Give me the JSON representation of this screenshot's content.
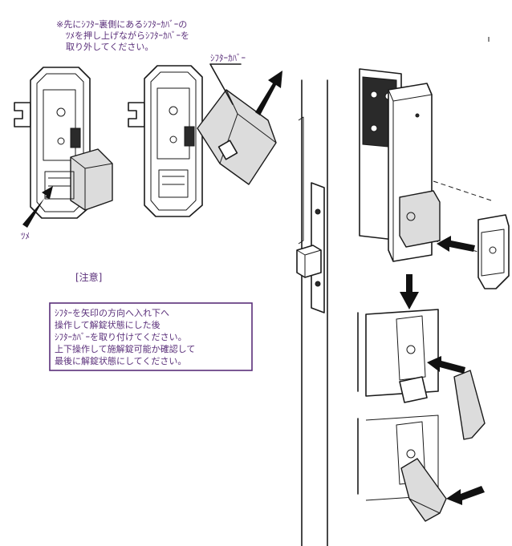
{
  "header_note": {
    "lines": [
      "※先にｼﾌﾀｰ裏側にあるｼﾌﾀｰｶﾊﾞｰの",
      "ﾂﾒを押し上げながらｼﾌﾀｰｶﾊﾞｰを",
      "取り外してください。"
    ]
  },
  "labels": {
    "shifter_cover": "ｼﾌﾀｰｶﾊﾞｰ",
    "tsume": "ﾂﾒ",
    "caution_heading": "[注意]"
  },
  "caution_box": {
    "lines": [
      "ｼﾌﾀｰを矢印の方向へ入れ下へ",
      "操作して解錠状態にした後",
      "ｼﾌﾀｰｶﾊﾞｰを取り付けてください。",
      "上下操作して施解錠可能か確認して",
      "最後に解錠状態にしてください。"
    ],
    "border_color": "#5a2f7a"
  },
  "colors": {
    "text": "#5a2f7a",
    "line": "#1a1a1a",
    "arrow": "#111111"
  },
  "icons": [
    "arrow-up-right-icon",
    "arrow-down-icon",
    "arrow-left-icon",
    "arrow-diagonal-icon"
  ]
}
